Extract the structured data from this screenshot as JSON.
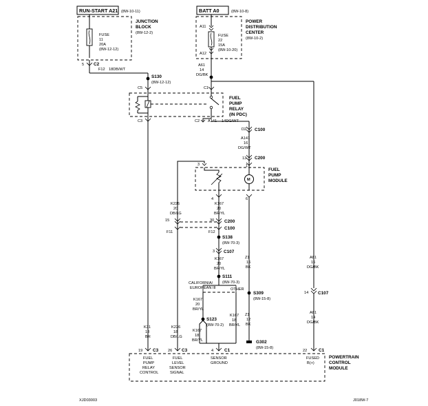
{
  "run_start": {
    "title": "RUN-START A21",
    "ref": "(8W-10-11)"
  },
  "junction_block": {
    "title1": "JUNCTION",
    "title2": "BLOCK",
    "ref": "(8W-12-2)",
    "fuse": [
      "FUSE",
      "11",
      "20A",
      "(8W-12-12)"
    ],
    "c2": "C2",
    "pin": "5",
    "f12": "F12",
    "wire": "18DB/WT"
  },
  "batt": {
    "title": "BATT A0",
    "ref": "(8W-10-8)"
  },
  "pdc": {
    "title1": "POWER",
    "title2": "DISTRIBUTION",
    "title3": "CENTER",
    "ref": "(8W-10-2)",
    "a11": "A11",
    "a12": "A12",
    "fuse": [
      "FUSE",
      "22",
      "15A",
      "(8W-10-20)"
    ]
  },
  "a61_top": {
    "circuit": "A61",
    "gauge": "14",
    "color": "DG/BK"
  },
  "s130": {
    "label": "S130",
    "ref": "(8W-12-12)"
  },
  "relay": {
    "title1": "FUEL",
    "title2": "PUMP",
    "title3": "RELAY",
    "title4": "(IN PDC)",
    "c5": "C5",
    "c1": "C1",
    "c3": "C3",
    "c2": "C2",
    "a141": "A141",
    "wire": "14DG/WT"
  },
  "c100_right": {
    "pin": "D2",
    "label": "C100",
    "circuit": "A141",
    "gauge": "16",
    "color": "DG/WT"
  },
  "c200_right": {
    "pin": "13",
    "label": "C200"
  },
  "pump": {
    "title1": "FUEL",
    "title2": "PUMP",
    "title3": "MODULE",
    "pin1": "1",
    "pin3": "3",
    "pin4": "4",
    "pin6": "6",
    "motor": "M"
  },
  "k226_top": {
    "circuit": "K226",
    "gauge": "20",
    "color": "DB/LG"
  },
  "k167_top": {
    "circuit": "K167",
    "gauge": "20",
    "color": "BR/YL"
  },
  "c200_mid": {
    "pin_left": "15",
    "pin_right": "30",
    "label": "C200"
  },
  "c100_mid": {
    "pin_left": "F11",
    "pin_right": "F12",
    "label": "C100"
  },
  "s138": {
    "label": "S138",
    "ref": "(8W-70-3)"
  },
  "c107_mid": {
    "pin": "3",
    "label": "C107"
  },
  "k167_mid": {
    "circuit": "K167",
    "gauge": "20",
    "color": "BR/YL"
  },
  "s111": {
    "label": "S111",
    "ref": "(8W-70-3)"
  },
  "california": {
    "line1": "CALIFORNIA/",
    "line2": "EUROPEAN III",
    "other": "OTHER"
  },
  "k167_ca": {
    "circuit": "K167",
    "gauge": "20",
    "color": "BR/YL"
  },
  "s123": {
    "label": "S123",
    "ref": "(8W-70-2)"
  },
  "k167_low_left": {
    "circuit": "K167",
    "gauge": "18",
    "color": "BR/YL"
  },
  "k167_low_right": {
    "circuit": "K167",
    "gauge": "18",
    "color": "BR/YL"
  },
  "z1_top": {
    "circuit": "Z1",
    "gauge": "16",
    "color": "BK"
  },
  "s309": {
    "label": "S309",
    "ref": "(8W-15-8)"
  },
  "z1_low": {
    "circuit": "Z1",
    "gauge": "12",
    "color": "BK"
  },
  "g302": {
    "label": "G302",
    "ref": "(8W-15-8)"
  },
  "a61_mid": {
    "circuit": "A61",
    "gauge": "16",
    "color": "DG/BK"
  },
  "c107_right": {
    "pin": "14",
    "label": "C107"
  },
  "a61_low": {
    "circuit": "A61",
    "gauge": "14",
    "color": "DG/BK"
  },
  "k31": {
    "circuit": "K31",
    "gauge": "18",
    "color": "BR"
  },
  "k226_low": {
    "circuit": "K226",
    "gauge": "18",
    "color": "DB/LG"
  },
  "pcm": {
    "title1": "POWERTRAIN",
    "title2": "CONTROL",
    "title3": "MODULE",
    "pin19": "19",
    "c3a": "C3",
    "pin26": "26",
    "c3b": "C3",
    "pin4": "4",
    "c1a": "C1",
    "pin22": "22",
    "c1b": "C1",
    "fuel_pump_relay": [
      "FUEL",
      "PUMP",
      "RELAY",
      "CONTROL"
    ],
    "fuel_level": [
      "FUEL",
      "LEVEL",
      "SENSOR",
      "SIGNAL"
    ],
    "sensor_ground": [
      "SENSOR",
      "GROUND"
    ],
    "fused": [
      "FUSED",
      "B(+)"
    ]
  },
  "footer": {
    "left": "XJD03003",
    "right": "J018W-7"
  }
}
